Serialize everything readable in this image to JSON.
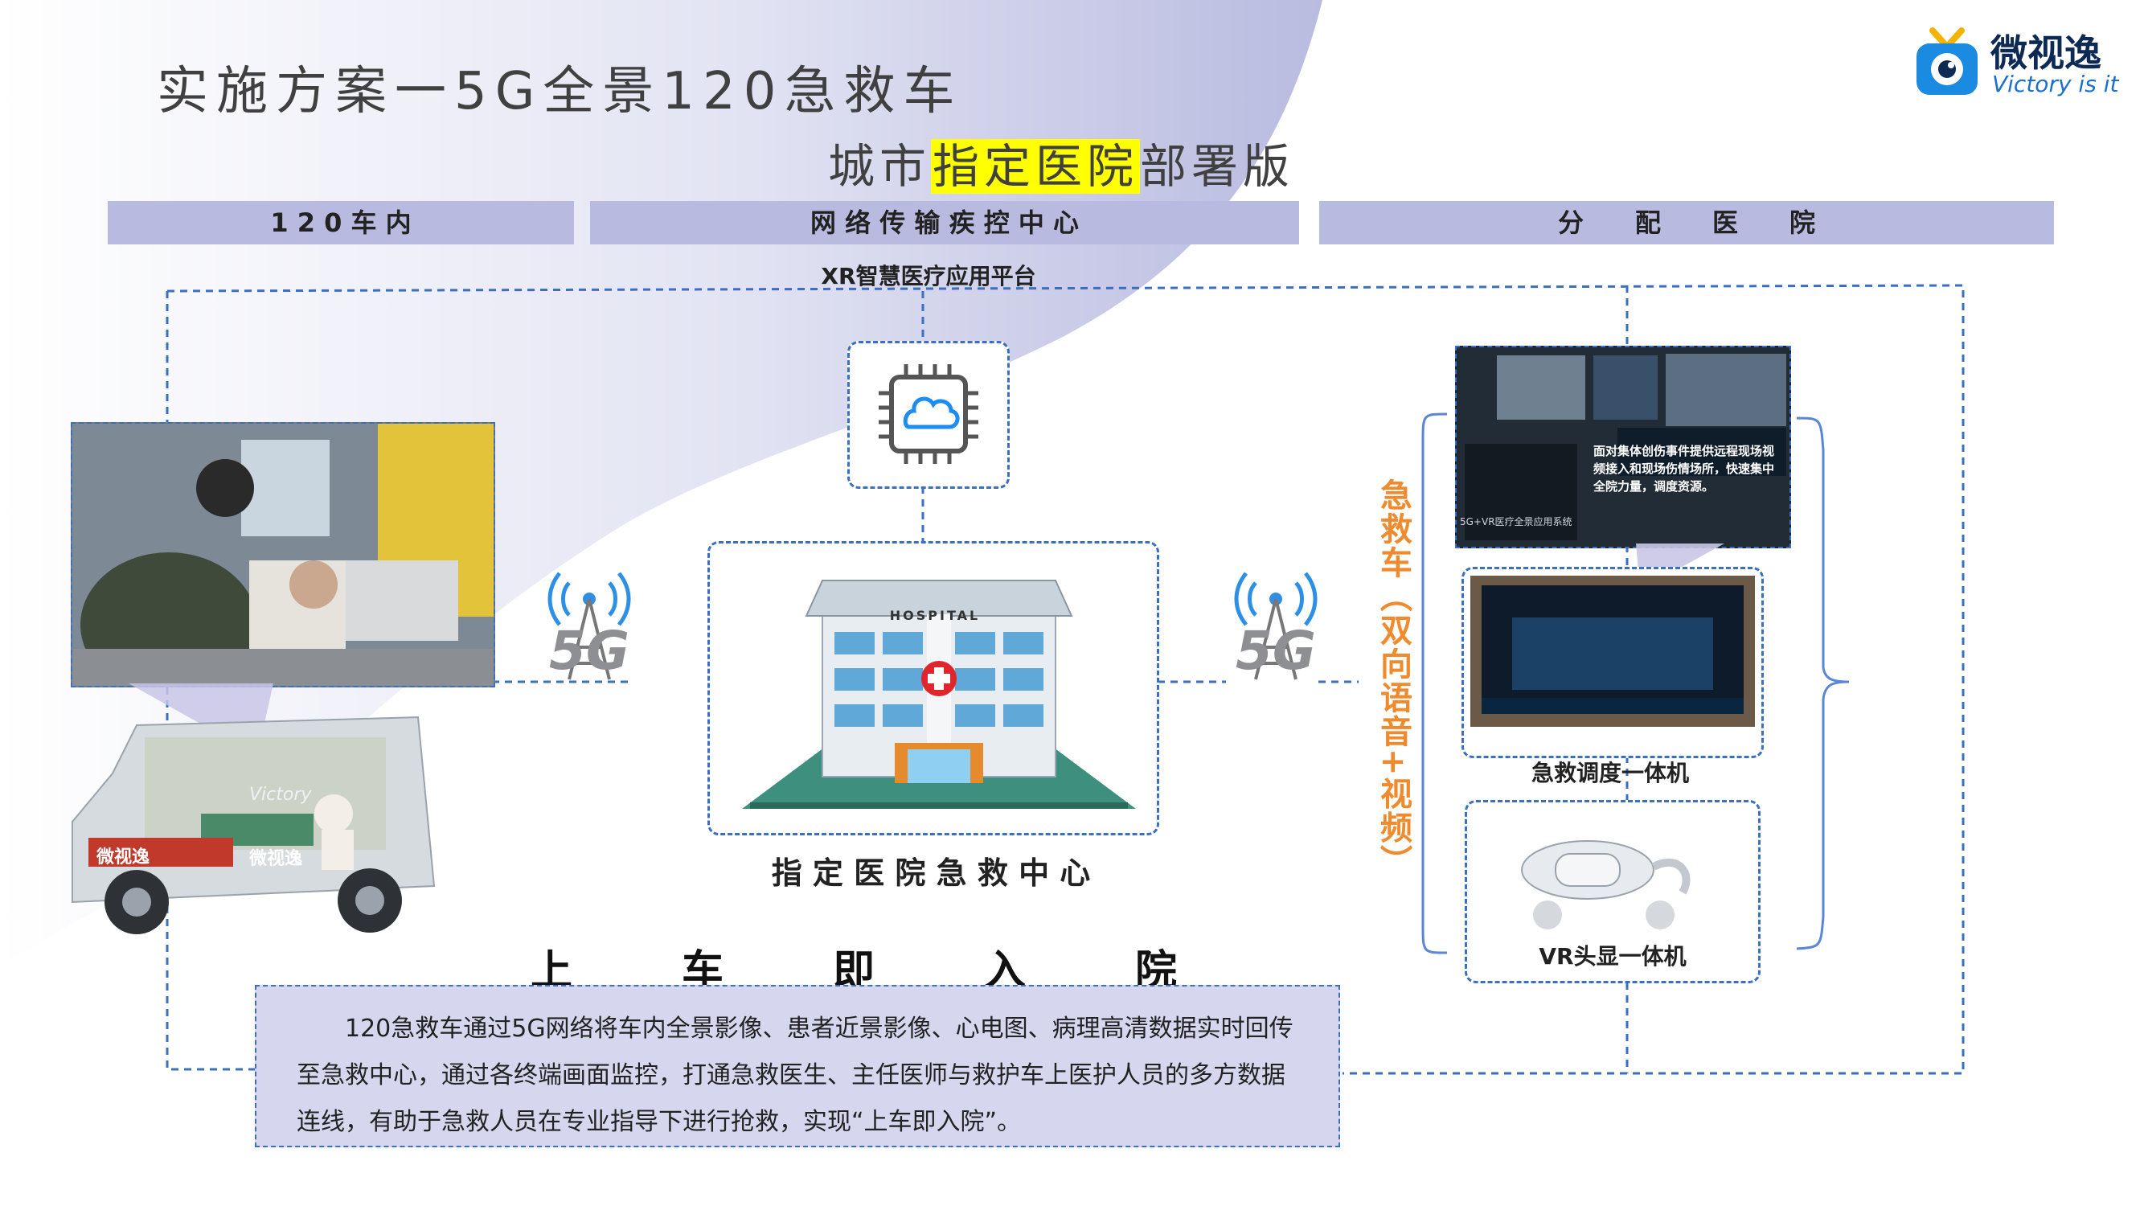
{
  "header": {
    "title": "实施方案一5G全景120急救车",
    "subtitle_pre": "城市",
    "subtitle_highlight": "指定医院",
    "subtitle_post": "部署版"
  },
  "logo": {
    "brand": "微视逸",
    "slogan": "Victory is it"
  },
  "sections": {
    "left": "1 2 0 车 内",
    "middle": "网 络 传 输 疾 控 中 心",
    "right": "分　　配　　医　　院"
  },
  "platform_label": "XR智慧医疗应用平台",
  "network_badge_left": "5G",
  "network_badge_right": "5G",
  "hospital": {
    "sign": "HOSPITAL",
    "caption": "指 定 医 院 急 救 中 心"
  },
  "vertical_label": "急救车（双向语音+视频）",
  "right_panel": {
    "screen_text": "面对集体创伤事件提供远程现场视频接入和现场伤情场所，快速集中全院力量，调度资源。",
    "screen_footer": "5G+VR医疗全景应用系统",
    "dispatch_label": "急救调度一体机",
    "vr_label": "VR头显一体机"
  },
  "ambulance_brand": "微视逸",
  "ambulance_brand_sub": "Victory",
  "slogan_big": "上车即入院",
  "description": "120急救车通过5G网络将车内全景影像、患者近景影像、心电图、病理高清数据实时回传至急救中心，通过各终端画面监控，打通急救医生、主任医师与救护车上医护人员的多方数据连线，有助于急救人员在专业指导下进行抢救，实现“上车即入院”。",
  "colors": {
    "band": "#b8bbdf",
    "dashed_line": "#3a6fc1",
    "accent_orange": "#ef8a2d",
    "highlight": "#ffff00"
  },
  "icons": [
    "cloud-chip-icon",
    "5g-tower-icon",
    "hospital-building-icon",
    "ambulance-icon",
    "vr-headset-icon",
    "monitor-icon"
  ]
}
